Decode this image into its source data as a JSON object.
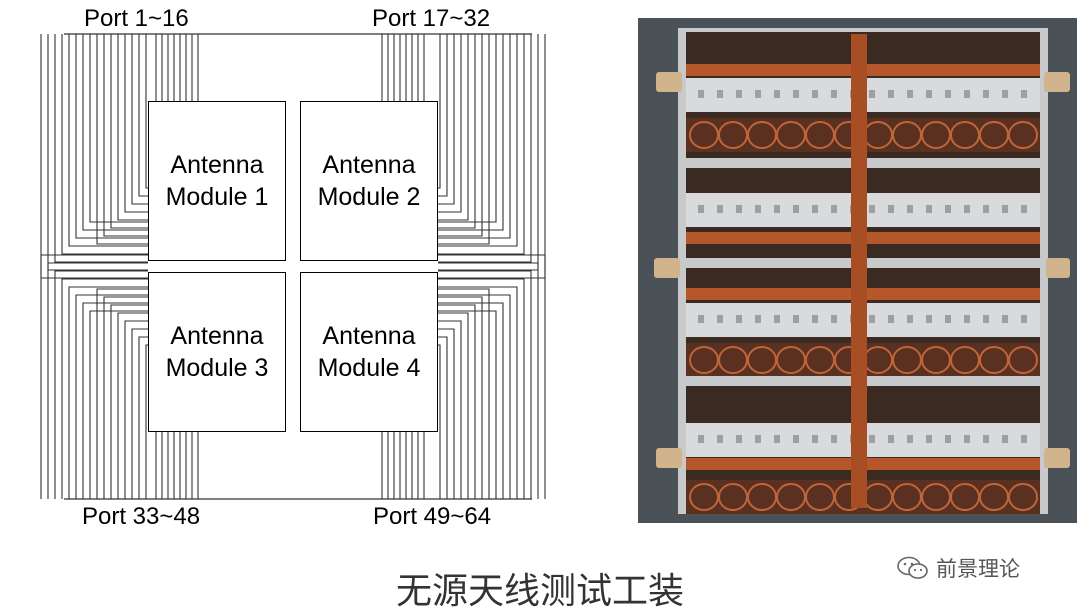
{
  "diagram": {
    "ports": {
      "top_left": "Port 1~16",
      "top_right": "Port 17~32",
      "bottom_left": "Port 33~48",
      "bottom_right": "Port 49~64"
    },
    "modules": [
      {
        "line1": "Antenna",
        "line2": "Module 1"
      },
      {
        "line1": "Antenna",
        "line2": "Module 2"
      },
      {
        "line1": "Antenna",
        "line2": "Module 3"
      },
      {
        "line1": "Antenna",
        "line2": "Module 4"
      }
    ]
  },
  "caption": "无源天线测试工装",
  "watermark": {
    "text": "前景理论",
    "icon": "wechat-icon"
  },
  "colors": {
    "copper": "#b5572b",
    "frame": "#c7c9cb",
    "background_gray": "#4a5257"
  }
}
